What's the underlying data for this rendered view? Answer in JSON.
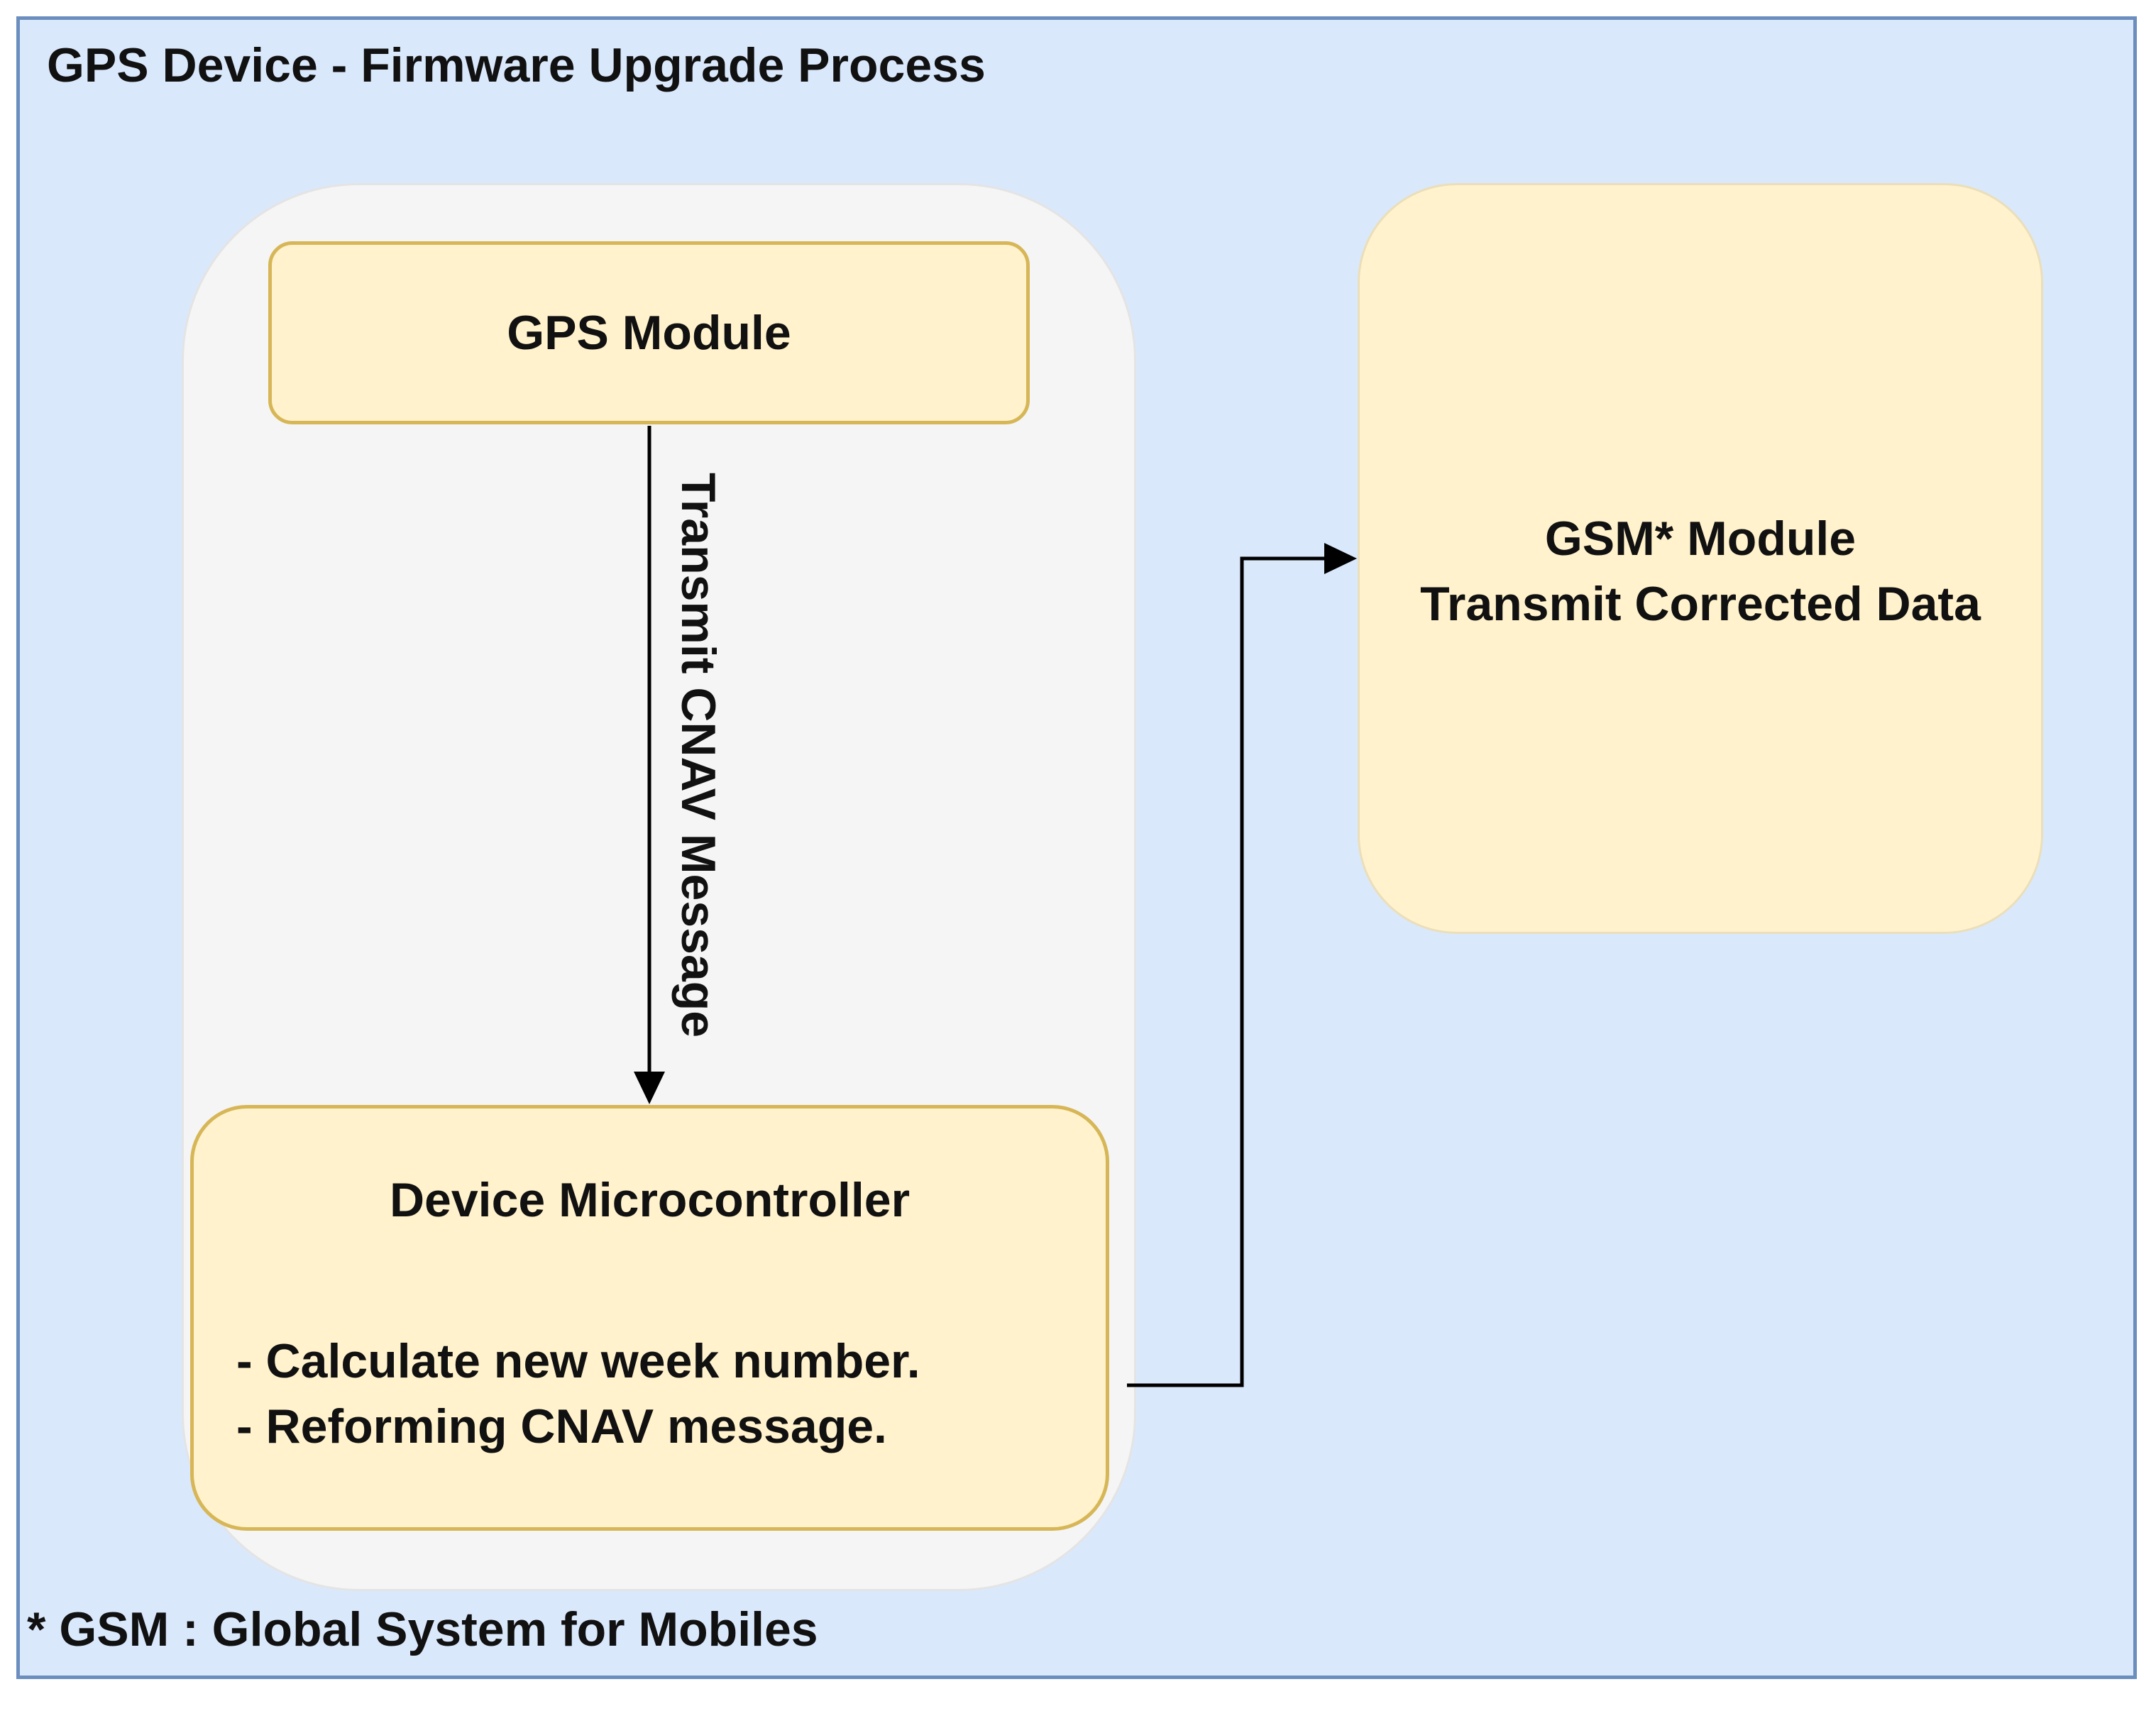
{
  "diagram": {
    "title": "GPS Device - Firmware Upgrade Process",
    "nodes": {
      "gps_module": "GPS Module",
      "microcontroller": {
        "title": "Device Microcontroller",
        "lines": [
          "- Calculate new week number.",
          "- Reforming CNAV message."
        ]
      },
      "gsm_module": {
        "lines": [
          "GSM* Module",
          "Transmit Corrected Data"
        ]
      }
    },
    "edges": {
      "gps_to_mcu_label": "Transmit CNAV Message"
    },
    "footnote": "* GSM : Global System for Mobiles"
  },
  "colors": {
    "background_fill": "#dae8fc",
    "background_stroke": "#6c8ebf",
    "group_fill": "#f5f5f5",
    "node_fill": "#fff2cc",
    "node_stroke": "#d6b656",
    "edge": "#000000"
  }
}
